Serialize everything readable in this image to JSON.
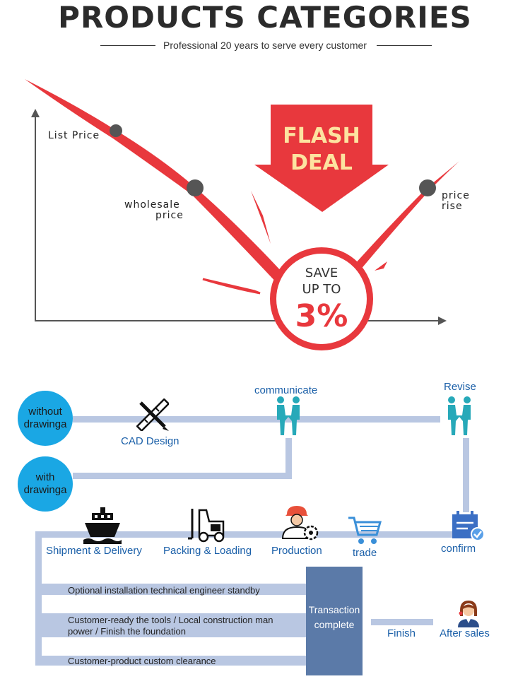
{
  "header": {
    "title": "PRODUCTS CATEGORIES",
    "subtitle": "Professional 20 years to serve every customer"
  },
  "price_chart": {
    "labels": {
      "list_price": "List Price",
      "wholesale_line1": "wholesale",
      "wholesale_line2": "price",
      "rise_line1": "price",
      "rise_line2": "rise"
    },
    "flash_line1": "FLASH",
    "flash_line2": "DEAL",
    "save_line1": "SAVE",
    "save_line2": "UP TO",
    "save_value": "3%",
    "colors": {
      "red": "#e8383d",
      "flash_yellow": "#fde3a0"
    }
  },
  "process": {
    "without_drawing": "without drawinga",
    "with_drawing": "with drawinga",
    "cad": "CAD Design",
    "communicate": "communicate",
    "revise": "Revise",
    "shipment": "Shipment & Delivery",
    "packing": "Packing & Loading",
    "production": "Production",
    "trade": "trade",
    "confirm": "confirm",
    "transaction_line1": "Transaction",
    "transaction_line2": "complete",
    "finish": "Finish",
    "after_sales": "After sales",
    "notes": {
      "n1": "Optional installation technical engineer standby",
      "n2_line1": "Customer-ready the tools / Local construction man",
      "n2_line2": "power / Finish the foundation",
      "n3": "Customer-product custom clearance"
    },
    "colors": {
      "accent": "#1aa7e4",
      "bar": "#b9c7e2",
      "box": "#5b7aa8",
      "label": "#1a5fa8"
    }
  }
}
